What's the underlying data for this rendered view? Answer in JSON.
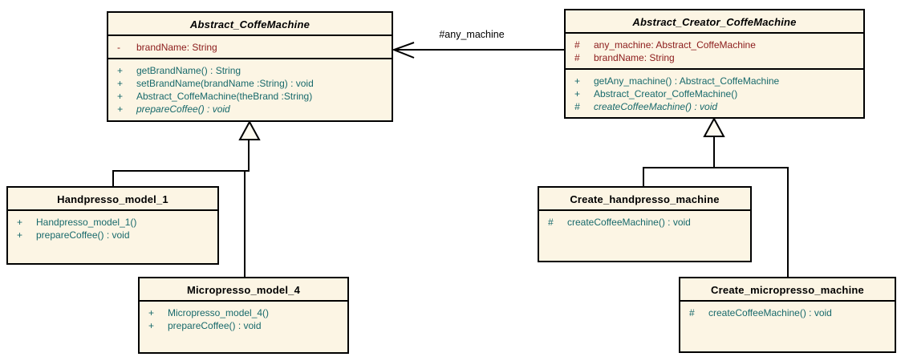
{
  "diagram": {
    "type": "uml-class-diagram",
    "colors": {
      "box_fill": "#fcf5e4",
      "border": "#000000",
      "attribute_text": "#8b1a1a",
      "method_text": "#17696b",
      "title_text": "#000000"
    },
    "classes": [
      {
        "name": "Abstract_CoffeMachine",
        "abstract": true,
        "attributes": [
          {
            "vis": "-",
            "text": "brandName: String"
          }
        ],
        "methods": [
          {
            "vis": "+",
            "text": "getBrandName() : String"
          },
          {
            "vis": "+",
            "text": "setBrandName(brandName :String) : void"
          },
          {
            "vis": "+",
            "text": "Abstract_CoffeMachine(theBrand :String)"
          },
          {
            "vis": "+",
            "text": "prepareCoffee() : void",
            "italic": true
          }
        ]
      },
      {
        "name": "Abstract_Creator_CoffeMachine",
        "abstract": true,
        "attributes": [
          {
            "vis": "#",
            "text": "any_machine: Abstract_CoffeMachine"
          },
          {
            "vis": "#",
            "text": "brandName: String"
          }
        ],
        "methods": [
          {
            "vis": "+",
            "text": "getAny_machine() : Abstract_CoffeMachine"
          },
          {
            "vis": "+",
            "text": "Abstract_Creator_CoffeMachine()"
          },
          {
            "vis": "#",
            "text": "createCoffeeMachine() : void",
            "italic": true
          }
        ]
      },
      {
        "name": "Handpresso_model_1",
        "abstract": false,
        "attributes": [],
        "methods": [
          {
            "vis": "+",
            "text": "Handpresso_model_1()"
          },
          {
            "vis": "+",
            "text": "prepareCoffee() : void"
          }
        ]
      },
      {
        "name": "Micropresso_model_4",
        "abstract": false,
        "attributes": [],
        "methods": [
          {
            "vis": "+",
            "text": "Micropresso_model_4()"
          },
          {
            "vis": "+",
            "text": "prepareCoffee() : void"
          }
        ]
      },
      {
        "name": "Create_handpresso_machine",
        "abstract": false,
        "attributes": [],
        "methods": [
          {
            "vis": "#",
            "text": "createCoffeeMachine() : void"
          }
        ]
      },
      {
        "name": "Create_micropresso_machine",
        "abstract": false,
        "attributes": [],
        "methods": [
          {
            "vis": "#",
            "text": "createCoffeeMachine() : void"
          }
        ]
      }
    ],
    "relations": [
      {
        "kind": "association",
        "label": "#any_machine",
        "from": "Abstract_Creator_CoffeMachine",
        "to": "Abstract_CoffeMachine"
      },
      {
        "kind": "generalization",
        "from": "Handpresso_model_1",
        "to": "Abstract_CoffeMachine"
      },
      {
        "kind": "generalization",
        "from": "Micropresso_model_4",
        "to": "Abstract_CoffeMachine"
      },
      {
        "kind": "generalization",
        "from": "Create_handpresso_machine",
        "to": "Abstract_Creator_CoffeMachine"
      },
      {
        "kind": "generalization",
        "from": "Create_micropresso_machine",
        "to": "Abstract_Creator_CoffeMachine"
      }
    ]
  }
}
